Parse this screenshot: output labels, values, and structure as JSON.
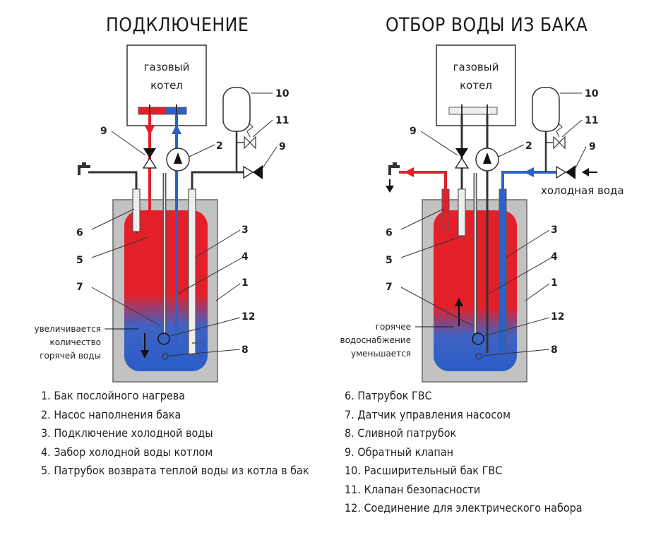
{
  "left": {
    "title": "ПОДКЛЮЧЕНИЕ",
    "boiler_line1": "газовый",
    "boiler_line2": "котел",
    "note_line1": "увеличивается",
    "note_line2": "количество",
    "note_line3": "горячей воды"
  },
  "right": {
    "title": "ОТБОР ВОДЫ ИЗ БАКА",
    "boiler_line1": "газовый",
    "boiler_line2": "котел",
    "cold_water": "холодная вода",
    "note_line1": "горячее",
    "note_line2": "водоснабжение",
    "note_line3": "уменьшается"
  },
  "numbers": {
    "n1": "1",
    "n2": "2",
    "n3": "3",
    "n4": "4",
    "n5": "5",
    "n6": "6",
    "n7": "7",
    "n8": "8",
    "n9": "9",
    "n10": "10",
    "n11": "11",
    "n12": "12"
  },
  "legend_left": [
    "1. Бак послойного нагрева",
    "2. Насос наполнения бака",
    "3. Подключение холодной воды",
    "4. Забор холодной воды котлом",
    "5. Патрубок возврата теплой воды из котла в бак"
  ],
  "legend_right": [
    "6. Патрубок ГВС",
    "7. Датчик управления насосом",
    "8. Сливной патрубок",
    "9. Обратный клапан",
    "10. Расширительный бак ГВС",
    "11. Клапан безопасности",
    "12. Соединение для электрического набора"
  ],
  "colors": {
    "hot": "#e3202a",
    "cold": "#2b62c8",
    "tank_shell": "#c2c2c2",
    "pipe": "#333333"
  }
}
